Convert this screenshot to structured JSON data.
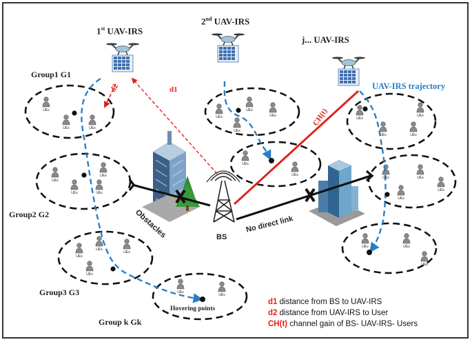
{
  "uavs": [
    {
      "title_prefix": "1",
      "title_sup": "st",
      "title_rest": " UAV-IRS"
    },
    {
      "title_prefix": "2",
      "title_sup": "nd",
      "title_rest": " UAV-IRS"
    },
    {
      "title_prefix": "j... UAV-IRS",
      "title_sup": "",
      "title_rest": ""
    }
  ],
  "trajectory_label": "UAV-IRS trajectory",
  "groups": {
    "g1": "Group1 G1",
    "g2": "Group2 G2",
    "g3": "Group3 G3",
    "gk": "Group k Gk"
  },
  "ue_label": "UEs",
  "links": {
    "d1": "d1",
    "d2": "d2",
    "ch": "CH(t)",
    "no_direct": "No direct link"
  },
  "bs_label": "BS",
  "obstacles_label": "Obstacles",
  "hovering_label": "Hovering points",
  "legend": [
    {
      "key": "d1",
      "text": " distance from BS to UAV-IRS"
    },
    {
      "key": "d2",
      "text": " distance from UAV-IRS to User"
    },
    {
      "key": "CH(t)",
      "text": " channel gain of BS- UAV-IRS- Users"
    }
  ],
  "colors": {
    "red": "#e0221c",
    "blue": "#2a7ec4",
    "black": "#111111"
  }
}
